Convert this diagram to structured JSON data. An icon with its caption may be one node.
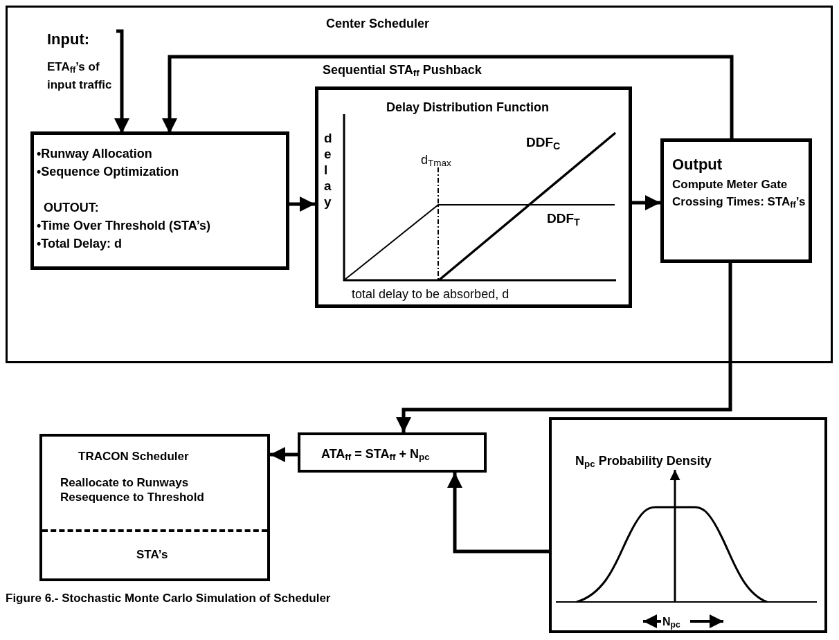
{
  "diagram": {
    "caption": "Figure 6.- Stochastic Monte Carlo Simulation of Scheduler",
    "nodes": [
      {
        "text": [
          "Center Scheduler"
        ]
      },
      {
        "text": [
          "Input:",
          "ETA$_{ff}$’s of input traffic"
        ],
        "in": 0
      },
      {
        "text": [
          "•Runway Allocation",
          "•Sequence Optimization",
          "OUTOUT:",
          "•Time Over Threshold (STA’s)",
          "•Total Delay: d"
        ],
        "in": 0
      },
      {
        "text": [
          "Delay Distribution Function",
          "delay",
          "d$_{Tmax}$",
          "DDF$_{C}$",
          "DDF$_{T}$",
          "total delay to be absorbed, d"
        ],
        "in": 0
      },
      {
        "text": [
          "Output",
          "Compute Meter Gate Crossing Times: STA$_{ff}$’s"
        ],
        "in": 0
      },
      {
        "text": [
          "TRACON Scheduler",
          "Reallocate to Runways Resequence to Threshold",
          "STA’s"
        ]
      },
      {
        "text": [
          "ATA$_{ff}$ = STA$_{ff}$ + N$_{pc}$"
        ]
      },
      {
        "text": [
          "N$_{pc}$ Probability Density",
          "N$_{pc}$"
        ]
      }
    ],
    "edges": [
      {
        "from": 1,
        "to": 2,
        "arrow": "to"
      },
      {
        "from": 4,
        "to": 2,
        "arrow": "to",
        "label": "Sequential STA$_{ff}$ Pushback"
      },
      {
        "from": 2,
        "to": 3,
        "arrow": "to"
      },
      {
        "from": 3,
        "to": 4,
        "arrow": "to"
      },
      {
        "from": 4,
        "to": 6,
        "arrow": "to"
      },
      {
        "from": 6,
        "to": 5,
        "arrow": "to"
      },
      {
        "from": 7,
        "to": 6,
        "arrow": "to"
      }
    ]
  }
}
